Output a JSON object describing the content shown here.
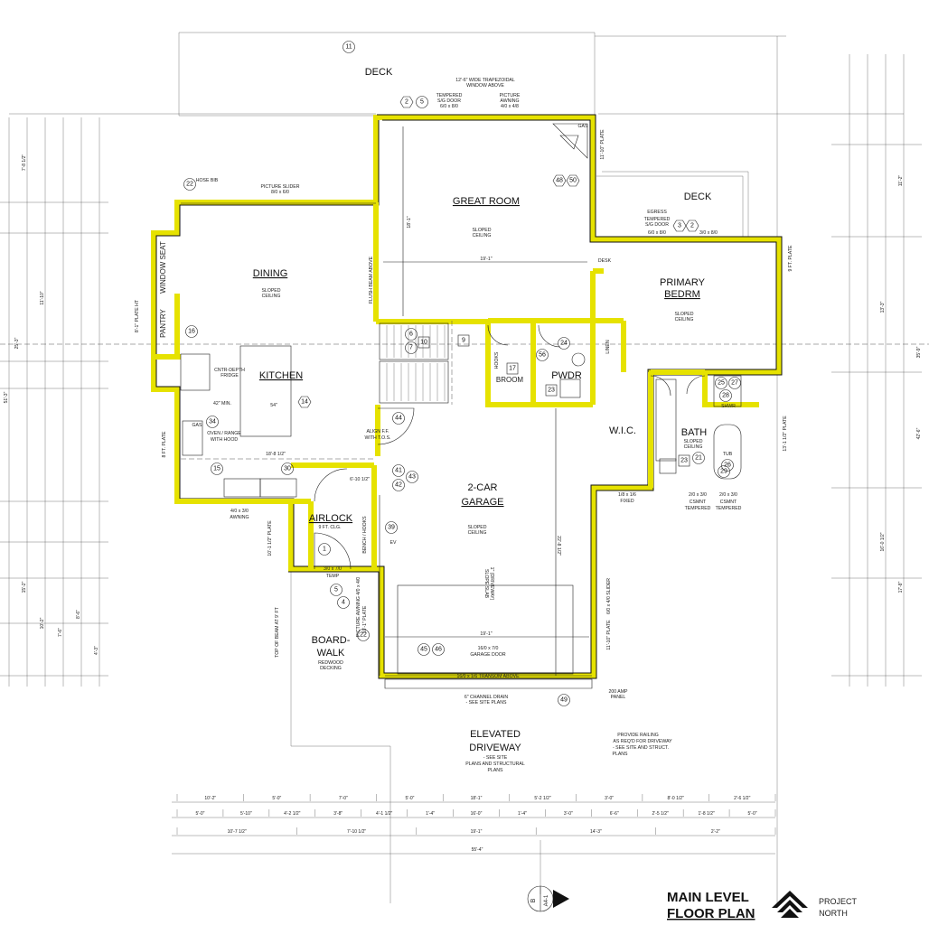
{
  "title": {
    "line1": "MAIN LEVEL",
    "line2": "FLOOR PLAN"
  },
  "logo": {
    "line1": "PROJECT",
    "line2": "NORTH"
  },
  "section_marker": {
    "letter": "B",
    "sheet": "A4-1"
  },
  "rooms": {
    "deck_top": "DECK",
    "deck_right": "DECK",
    "great_room": "GREAT ROOM",
    "dining": "DINING",
    "kitchen": "KITCHEN",
    "primary_1": "PRIMARY",
    "primary_2": "BEDRM",
    "pwdr": "PWDR",
    "broom": "BROOM",
    "wic": "W.I.C.",
    "bath": "BATH",
    "garage_1": "2-CAR",
    "garage_2": "GARAGE",
    "airlock": "AIRLOCK",
    "boardwalk_1": "BOARD-",
    "boardwalk_2": "WALK",
    "driveway_1": "ELEVATED",
    "driveway_2": "DRIVEWAY",
    "window_seat": "WINDOW SEAT",
    "pantry": "PANTRY"
  },
  "notes": {
    "trap_window_1": "12'-6\" WIDE TRAPEZOIDAL",
    "trap_window_2": "WINDOW ABOVE",
    "tempered_door_1": "TEMPERED",
    "tempered_door_2": "S/G DOOR",
    "tempered_door_3": "6/0 x 8/0",
    "picture_awning_1": "PICTURE",
    "picture_awning_2": "AWNING",
    "picture_awning_3": "4/0 x 4/8",
    "gas": "GAS",
    "sloped_ceiling_1": "SLOPED",
    "sloped_ceiling_2": "CEILING",
    "picture_slider_1": "PICTURE SLIDER",
    "picture_slider_2": "8/0 x 6/0",
    "hose_bib": "HOSE BIB",
    "egress_1": "EGRESS",
    "egress_2": "TEMPERED",
    "egress_3": "S/G DOOR",
    "egress_4": "6/0 x 8/0",
    "egress_5": "3/0 x 8/0",
    "great_dim": "19'-1\"",
    "great_vert": "18'-1\"",
    "flush_beam": "FLUSH BEAM ABOVE",
    "primary_desk": "DESK",
    "linen": "LINEN",
    "cntr_fridge_1": "CNTR-DEPTH",
    "cntr_fridge_2": "FRIDGE",
    "min42": "42\" MIN.",
    "island_dim": "54\"",
    "oven_1": "OVEN / RANGE",
    "oven_2": "WITH HOOD",
    "gas_k": "GAS",
    "kitchen_dim": "18'-8 1/2\"",
    "awning_k_1": "4/0 x 3/0",
    "awning_k_2": "AWNING",
    "alignfr_1": "ALIGN F.F.",
    "alignfr_2": "WITH T.O.S.",
    "alignfr_dim": "6'-10 1/2\"",
    "fixed_1": "1/8 x 1/6",
    "fixed_2": "FIXED",
    "csmnt_1": "2/0 x 3/0",
    "csmnt_2": "CSMNT",
    "csmnt_3": "TEMPERED",
    "csmnt_4": "2/0 x 3/0",
    "csmnt_5": "CSMNT",
    "csmnt_6": "TEMPERED",
    "shwr": "SHWR",
    "tub": "TUB",
    "garage_sloped_1": "SLOPED",
    "garage_sloped_2": "CEILING",
    "slab_1": "SLOPE SLAB",
    "slab_2": "1\" (DRIVEWAY)",
    "garage_vert": "22'-8 1/2\"",
    "garage_horz": "19'-1\"",
    "garage_door_1": "16/0 x 7/0",
    "garage_door_2": "GARAGE DOOR",
    "transom": "16/0 x 1/6 TRANSOM ABOVE",
    "channel_1": "6\" CHANNEL DRAIN",
    "channel_2": "- SEE SITE PLANS",
    "panel_1": "200 AMP",
    "panel_2": "PANEL",
    "railing_1": "PROVIDE RAILING",
    "railing_2": "AS REQ'D FOR DRIVEWAY",
    "railing_3": "- SEE SITE AND STRUCT.",
    "railing_4": "PLANS",
    "driveway_note_1": "- SEE SITE",
    "driveway_note_2": "PLANS AND STRUCTURAL",
    "driveway_note_3": "PLANS",
    "clg_9": "9 FT. CLG.",
    "airlock_door": "3/0 x 7/0",
    "airlock_temp": "TEMP",
    "bench_hooks": "BENCH / HOOKS",
    "hooks": "HOOKS",
    "ev": "EV",
    "boardwalk_note_1": "REDWOOD",
    "boardwalk_note_2": "DECKING",
    "top_of_beam": "TOP OF BEAM AT 9' FT",
    "picture_awning_b": "PICTURE AWNING 4/0 x 4/0",
    "slider_b": "6/0 x 4/0 SLIDER",
    "plate_1": "11'-10\" PLATE",
    "plate_2": "9 FT. PLATE",
    "plate_3": "8'-1\" PLATE HT",
    "plate_4": "10'-1 1/2\" PLATE",
    "plate_5": "10'-1\" PLATE",
    "plate_6": "8 FT. PLATE",
    "plate_7": "13'-1 1/2\" PLATE",
    "plate_8": "11'-10\" PLATE"
  },
  "tags": [
    "11",
    "2",
    "5",
    "22",
    "48",
    "50",
    "3",
    "2",
    "9",
    "16",
    "6",
    "10",
    "7",
    "17",
    "56",
    "24",
    "23",
    "14",
    "34",
    "44",
    "15",
    "30",
    "41",
    "43",
    "42",
    "1",
    "39",
    "5",
    "4",
    "22",
    "45",
    "46",
    "49",
    "25",
    "27",
    "28",
    "21",
    "29",
    "23",
    "26"
  ],
  "dims_bottom_row1": [
    "10'-2\"",
    "5'-0\"",
    "7'-0\"",
    "5'-0\"",
    "18'-1\"",
    "5'-2 1/2\"",
    "3'-0\"",
    "8'-0 1/2\"",
    "2'-6 1/2\""
  ],
  "dims_bottom_row2": [
    "5'-0\"",
    "5'-10\"",
    "4'-2 1/2\"",
    "3'-8\"",
    "4'-1 1/2\"",
    "1'-4\"",
    "16'-0\"",
    "1'-4\"",
    "3'-0\"",
    "6'-6\"",
    "2'-5 1/2\"",
    "1'-8 1/2\"",
    "5'-0\""
  ],
  "dims_bottom_row3": [
    "10'-7 1/2\"",
    "7'-10 1/2\"",
    "19'-1\"",
    "14'-3\"",
    "2'-2\""
  ],
  "dims_bottom_total": "55'-4\"",
  "dims_left": [
    "7'-8 1/2\"",
    "11'-10\"",
    "25'-3\"",
    "51'-3\"",
    "15'-2\"",
    "10'-2\"",
    "7'-6\"",
    "8'-6\"",
    "4'-3\""
  ],
  "dims_right": [
    "11'-2\"",
    "13'-3\"",
    "35'-9\"",
    "42'-6\"",
    "17'-8\"",
    "16'-0 1/2\""
  ],
  "colors": {
    "wall_fill": "#e6e200",
    "line": "#111111"
  }
}
